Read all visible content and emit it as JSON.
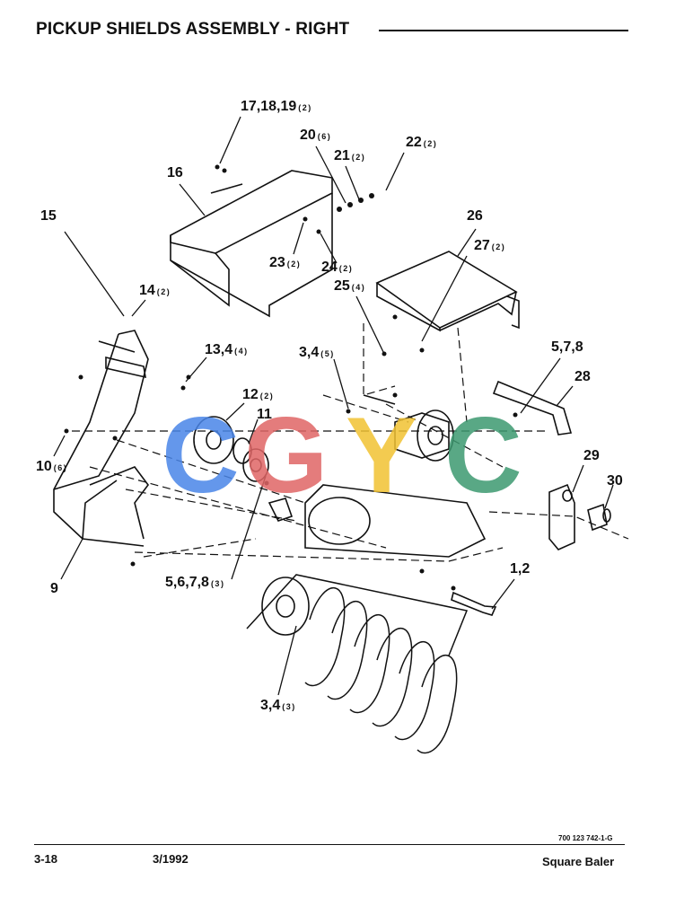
{
  "header": {
    "title": "PICKUP SHIELDS ASSEMBLY - RIGHT"
  },
  "callouts": [
    {
      "id": "c-17-18-19",
      "label": "17,18,19",
      "qty": "(2)"
    },
    {
      "id": "c-20",
      "label": "20",
      "qty": "(6)"
    },
    {
      "id": "c-21",
      "label": "21",
      "qty": "(2)"
    },
    {
      "id": "c-22",
      "label": "22",
      "qty": "(2)"
    },
    {
      "id": "c-16",
      "label": "16",
      "qty": ""
    },
    {
      "id": "c-15",
      "label": "15",
      "qty": ""
    },
    {
      "id": "c-26",
      "label": "26",
      "qty": ""
    },
    {
      "id": "c-27",
      "label": "27",
      "qty": "(2)"
    },
    {
      "id": "c-23",
      "label": "23",
      "qty": "(2)"
    },
    {
      "id": "c-24",
      "label": "24",
      "qty": "(2)"
    },
    {
      "id": "c-25",
      "label": "25",
      "qty": "(4)"
    },
    {
      "id": "c-14",
      "label": "14",
      "qty": "(2)"
    },
    {
      "id": "c-13-4",
      "label": "13,4",
      "qty": "(4)"
    },
    {
      "id": "c-3-4-top",
      "label": "3,4",
      "qty": "(5)"
    },
    {
      "id": "c-5-7-8",
      "label": "5,7,8",
      "qty": ""
    },
    {
      "id": "c-28",
      "label": "28",
      "qty": ""
    },
    {
      "id": "c-12",
      "label": "12",
      "qty": "(2)"
    },
    {
      "id": "c-11",
      "label": "11",
      "qty": ""
    },
    {
      "id": "c-10",
      "label": "10",
      "qty": "(6)"
    },
    {
      "id": "c-29",
      "label": "29",
      "qty": ""
    },
    {
      "id": "c-30",
      "label": "30",
      "qty": ""
    },
    {
      "id": "c-1-2",
      "label": "1,2",
      "qty": ""
    },
    {
      "id": "c-5-6-7-8",
      "label": "5,6,7,8",
      "qty": "(3)"
    },
    {
      "id": "c-9",
      "label": "9",
      "qty": ""
    },
    {
      "id": "c-3-4-bottom",
      "label": "3,4",
      "qty": "(3)"
    }
  ],
  "watermark": {
    "letters": [
      "C",
      "G",
      "Y",
      "C"
    ],
    "colors": [
      "#4a86e8",
      "#e06666",
      "#f1c232",
      "#3d9970"
    ]
  },
  "footer": {
    "page_number": "3-18",
    "date": "3/1992",
    "doc_number": "700 123 742-1-G",
    "product": "Square Baler"
  }
}
